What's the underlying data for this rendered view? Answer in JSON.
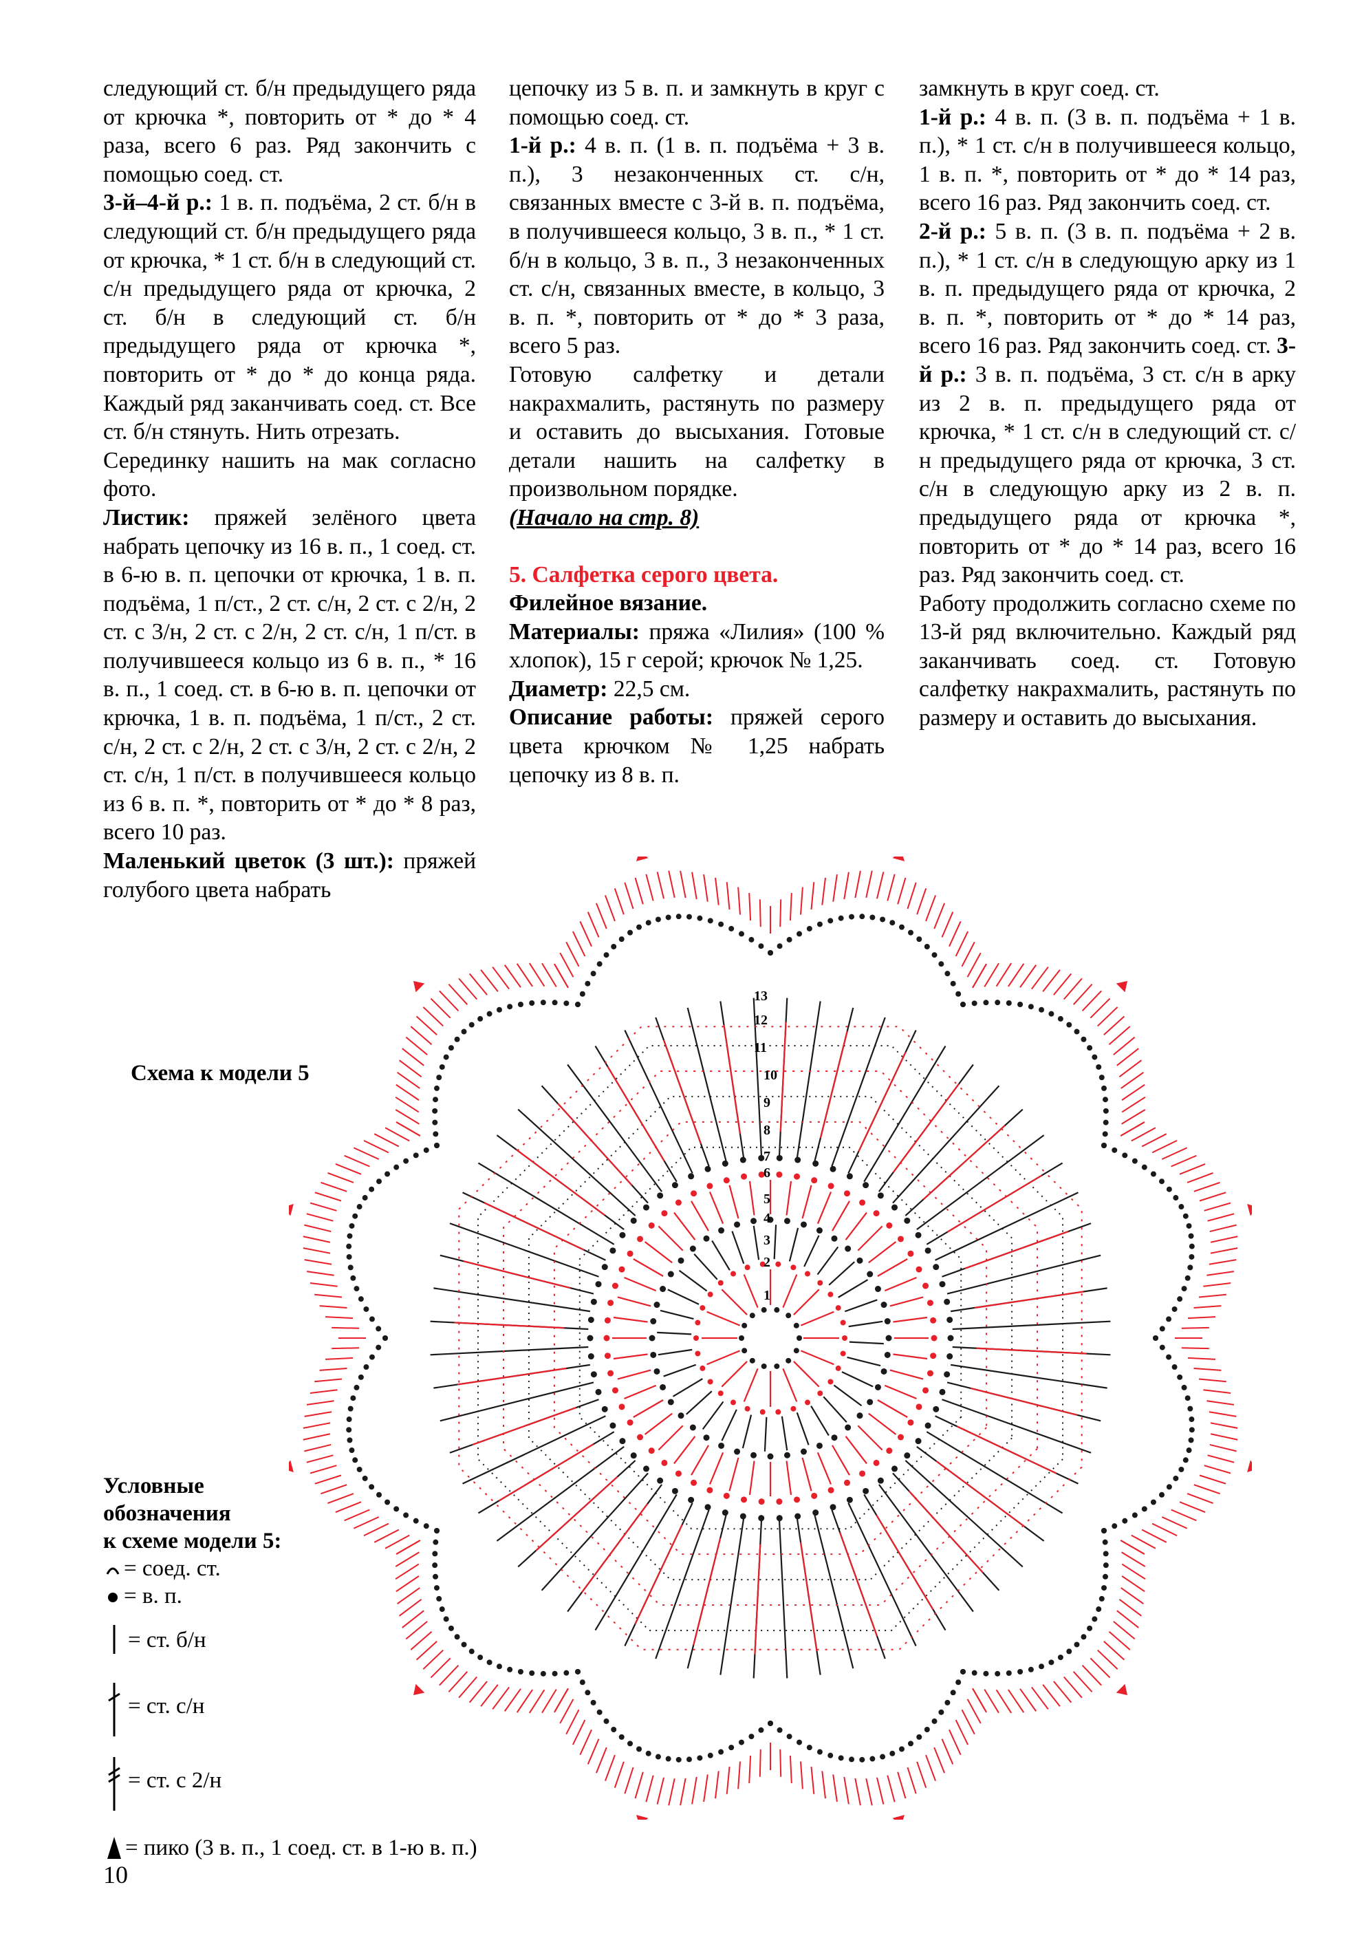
{
  "page_number": "10",
  "col1": {
    "p1": "следующий ст. б/н предыдущего ряда от крючка *, повторить от * до * 4 раза, всего 6 раз. Ряд закончить с помощью соед. ст.",
    "p2_label": "3-й–4-й р.:",
    "p2_text": " 1 в. п. подъёма, 2 ст. б/н в следующий ст. б/н предыдущего ряда от крючка, * 1 ст. б/н в следующий ст. с/н предыдущего ряда от крючка, 2 ст. б/н в следующий ст. б/н предыдущего ряда от крючка *, повторить от * до * до конца ряда. Каждый ряд заканчивать соед. ст. Все ст. б/н стянуть. Нить отрезать.",
    "p3": "Серединку нашить на мак согласно фото.",
    "p4_label": "Листик:",
    "p4_text": " пряжей зелёного цвета набрать цепочку из 16 в. п., 1 соед. ст. в 6-ю в. п. цепочки от крючка, 1 в. п. подъёма, 1 п/ст., 2 ст. с/н, 2 ст. с 2/н, 2 ст. с 3/н, 2 ст. с 2/н, 2 ст. с/н, 1 п/ст. в получившееся кольцо из 6 в. п., * 16 в. п., 1 соед. ст. в 6-ю в. п. цепочки от крючка, 1 в. п. подъёма, 1 п/ст., 2 ст. с/н, 2 ст. с 2/н, 2 ст. с 3/н, 2 ст. с 2/н, 2 ст. с/н, 1 п/ст. в получившееся кольцо из 6 в. п. *, повторить от * до * 8 раз, всего 10 раз.",
    "p5_label": "Маленький цветок (3 шт.):",
    "p5_text": " пряжей голубого цвета набрать"
  },
  "col2": {
    "p1": "цепочку из 5 в. п. и замкнуть в круг с помощью соед. ст.",
    "p2_label": "1-й р.:",
    "p2_text": " 4 в. п. (1 в. п. подъёма + 3 в. п.), 3 незаконченных ст. с/н, связанных вместе с 3-й в. п. подъёма, в получившееся кольцо, 3 в. п., * 1 ст. б/н в кольцо, 3 в. п., 3 незаконченных ст. с/н, связанных вместе, в кольцо, 3 в. п. *, повторить от * до * 3 раза, всего 5 раз.",
    "p3": "Готовую салфетку и детали накрахмалить, растянуть по размеру и оставить до высыхания. Готовые детали нашить на салфетку в произвольном порядке.",
    "p3_ref": "(Начало на стр. 8)",
    "heading": "5. Салфетка серого цвета.",
    "subheading": "Филейное вязание.",
    "mat_label": "Материалы:",
    "mat_text": " пряжа «Лилия» (100 % хлопок), 15 г серой; крючок № 1,25.",
    "diam_label": "Диаметр:",
    "diam_text": " 22,5 см.",
    "desc_label": "Описание работы:",
    "desc_text": " пряжей серого цвета крючком № 1,25 набрать цепочку из 8 в. п."
  },
  "col3": {
    "p1": "замкнуть в круг соед. ст.",
    "p2_label": "1-й р.:",
    "p2_text": " 4 в. п. (3 в. п. подъёма + 1 в. п.), * 1 ст. с/н в получившееся кольцо, 1 в. п. *, повторить от * до * 14 раз, всего 16 раз. Ряд закончить соед. ст.",
    "p3_label": "2-й р.:",
    "p3_text": " 5 в. п. (3 в. п. подъёма + 2 в. п.), * 1 ст. с/н в следующую арку из 1 в. п. предыдущего ряда от крючка, 2 в. п. *, повторить от * до * 14 раз, всего 16 раз. Ряд закончить соед. ст. ",
    "p3b_label": "3-й р.:",
    "p3b_text": " 3 в. п. подъёма, 3 ст. с/н в арку из 2 в. п. предыдущего ряда от крючка, * 1 ст. с/н в следующий ст. с/н предыдущего ряда от крючка, 3 ст. с/н в следующую арку из 2 в. п. предыдущего ряда от крючка *, повторить от * до * 14 раз, всего 16 раз. Ряд закончить соед. ст.",
    "p4": "Работу продолжить согласно схеме по 13-й ряд включительно. Каждый ряд заканчивать соед. ст. Готовую салфетку накрахмалить, растянуть по размеру и оставить до высыхания."
  },
  "chart_title": "Схема к модели 5",
  "legend": {
    "title_l1": "Условные",
    "title_l2": "обозначения",
    "title_l3": "к схеме модели 5:",
    "items": [
      "= соед. ст.",
      "= в. п.",
      "= ст. б/н",
      "= ст. с/н",
      "= ст. с 2/н",
      "= пико (3 в. п., 1 соед. ст. в 1-ю в. п.)"
    ]
  },
  "diagram": {
    "row_labels": [
      "1",
      "2",
      "3",
      "4",
      "5",
      "6",
      "7",
      "8",
      "9",
      "10",
      "11",
      "12",
      "13"
    ],
    "colors": {
      "red": "#e8202a",
      "black": "#1a1a1a"
    }
  }
}
